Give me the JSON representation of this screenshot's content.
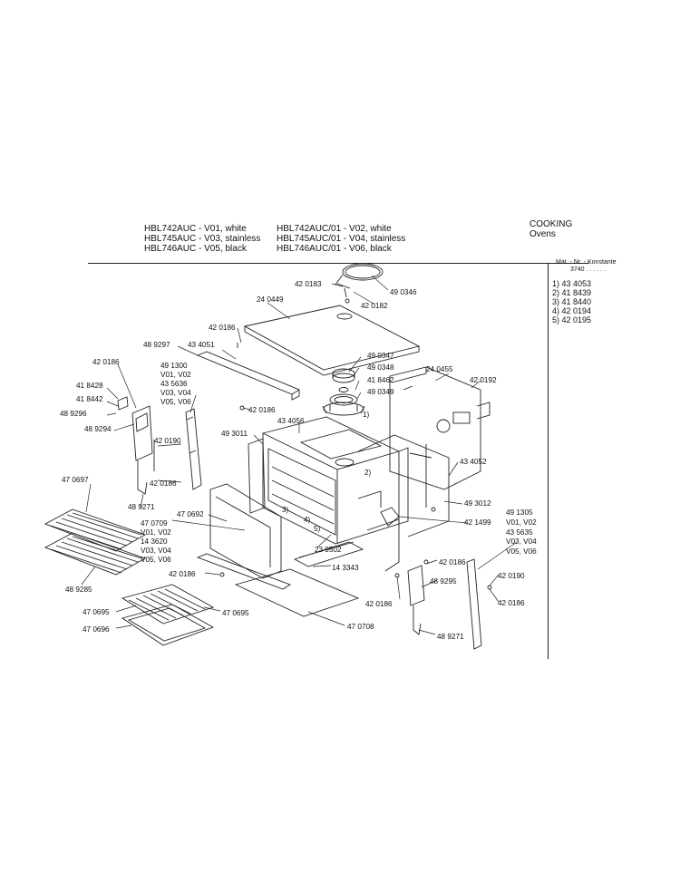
{
  "header": {
    "models_left": [
      "HBL742AUC - V01, white",
      "HBL745AUC - V03, stainless",
      "HBL746AUC - V05, black"
    ],
    "models_right": [
      "HBL742AUC/01 - V02, white",
      "HBL745AUC/01 - V04, stainless",
      "HBL746AUC/01 - V06, black"
    ],
    "category": "COOKING",
    "subcategory": "Ovens"
  },
  "side_panel": {
    "heading": "Mat. - Nr. - Konstante",
    "code": "3740 . . . . . .",
    "variants": [
      "1) 43 4053",
      "2) 41 8439",
      "3) 41 8440",
      "4) 42 0194",
      "5) 42 0195"
    ]
  },
  "callouts": {
    "c1": "42 0183",
    "c2": "49 0346",
    "c3": "42 0182",
    "c4": "24 0449",
    "c5": "42 0186",
    "c6": "48 9297",
    "c7": "43 4051",
    "c8": "49 0347",
    "c9": "49 0348",
    "c10": "41 8462",
    "c11": "49 0349",
    "c12": "24 0455",
    "c13": "42 0192",
    "c14": "42 0186",
    "c15": "41 8428",
    "c16": "41 8442",
    "c17": "48 9296",
    "c18": "48 9294",
    "c19": "49 1300",
    "c20": "V01, V02",
    "c21": "43 5636",
    "c22": "V03, V04",
    "c23": "V05, V06",
    "c24": "42 0186",
    "c25": "43 4056",
    "c26": "49 3011",
    "c27": "42 0190",
    "c28": "42 0186",
    "c29": "48 9271",
    "c30": "47 0697",
    "c31": "47 0692",
    "c32": "43 4052",
    "c33": "49 3012",
    "c34": "42 1499",
    "c35": "47 0709",
    "c36": "V01, V02",
    "c37": "14 3620",
    "c38": "V03, V04",
    "c39": "V05, V06",
    "c40": "49 1305",
    "c41": "V01, V02",
    "c42": "43 5635",
    "c43": "V03, V04",
    "c44": "V05, V06",
    "c45": "23 9502",
    "c46": "14 3343",
    "c47": "42 0186",
    "c48": "48 9285",
    "c49": "42 0190",
    "c50": "42 0186",
    "c51": "42 0186",
    "c52": "48 9295",
    "c53": "42 0186",
    "c54": "47 0695",
    "c55": "47 0695",
    "c56": "47 0696",
    "c57": "47 0708",
    "c58": "48 9271",
    "n1": "1)",
    "n2": "2)",
    "n3": "3)",
    "n4": "4)",
    "n5": "5)"
  }
}
